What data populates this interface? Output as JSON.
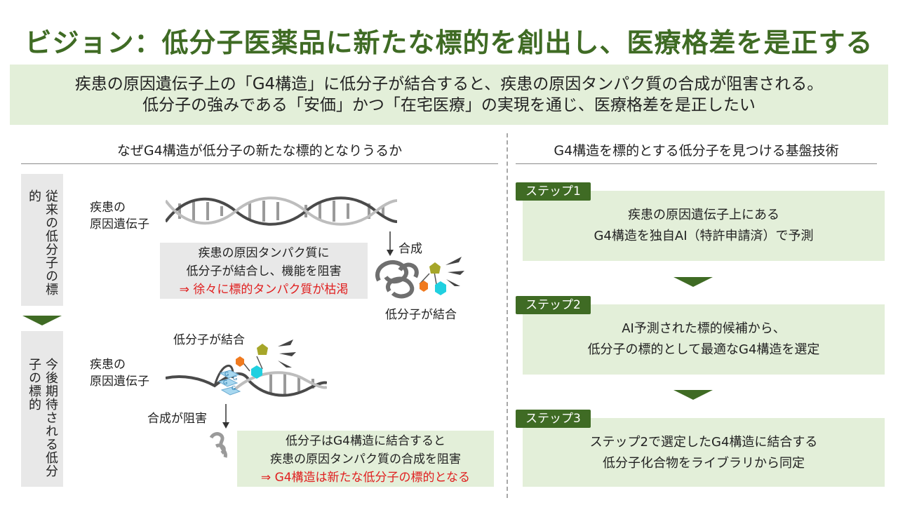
{
  "title": "ビジョン：低分子医薬品に新たな標的を創出し、医療格差を是正する",
  "banner": {
    "line1": "疾患の原因遺伝子上の「G4構造」に低分子が結合すると、疾患の原因タンパク質の合成が阻害される。",
    "line2": "低分子の強みである「安価」かつ「在宅医療」の実現を通じ、医療格差を是正したい"
  },
  "left": {
    "heading": "なぜG4構造が低分子の新たな標的となりうるか",
    "conventional": {
      "side_label": "従来の低分子の標的",
      "gene_label_1": "疾患の",
      "gene_label_2": "原因遺伝子",
      "synthesis_label": "合成",
      "box_line1": "疾患の原因タンパク質に",
      "box_line2": "低分子が結合し、機能を阻害",
      "box_line3": "⇒ 徐々に標的タンパク質が枯渇",
      "binding_label": "低分子が結合"
    },
    "future": {
      "side_label": "今後期待される低分子の標的",
      "binding_label": "低分子が結合",
      "gene_label_1": "疾患の",
      "gene_label_2": "原因遺伝子",
      "inhibit_label": "合成が阻害",
      "box_line1": "低分子はG4構造に結合すると",
      "box_line2": "疾患の原因タンパク質の合成を阻害",
      "box_line3": "⇒ G4構造は新たな低分子の標的となる"
    }
  },
  "right": {
    "heading": "G4構造を標的とする低分子を見つける基盤技術",
    "steps": [
      {
        "tab": "ステップ1",
        "line1": "疾患の原因遺伝子上にある",
        "line2": "G4構造を独自AI（特許申請済）で予測"
      },
      {
        "tab": "ステップ2",
        "line1": "AI予測された標的候補から、",
        "line2": "低分子の標的として最適なG4構造を選定"
      },
      {
        "tab": "ステップ3",
        "line1": "ステップ2で選定したG4構造に結合する",
        "line2": "低分子化合物をライブラリから同定"
      }
    ]
  },
  "colors": {
    "title_green": "#3f6b24",
    "light_green": "#e3efd9",
    "light_gray": "#e8e8e8",
    "red": "#e02020"
  },
  "icons": [
    "dna-helix-icon",
    "protein-icon",
    "molecule-icon",
    "g4-structure-icon",
    "down-arrow-icon",
    "triangle-arrow-icon"
  ]
}
